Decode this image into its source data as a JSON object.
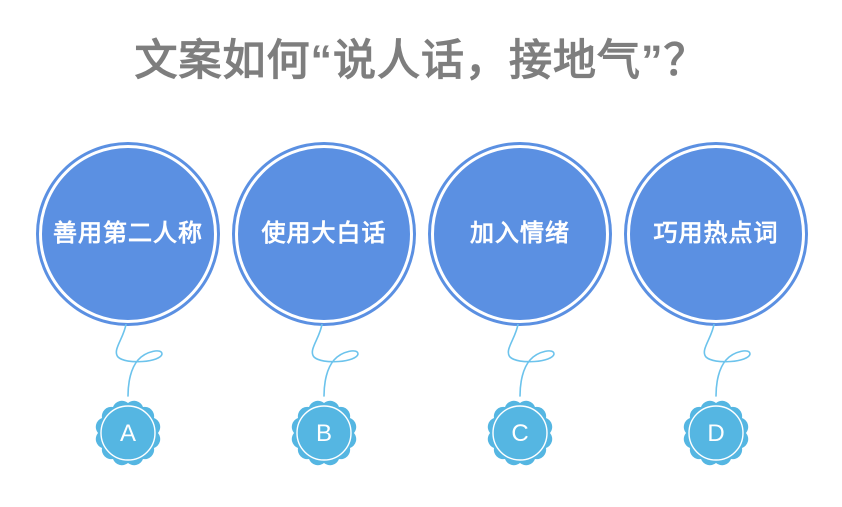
{
  "title": "文案如何“说人话，接地气”？",
  "colors": {
    "title_gray": "#7e7e7e",
    "circle_blue": "#5b90e2",
    "badge_blue": "#55b6e2",
    "connector_blue": "#6cc3ec",
    "ring_white": "#ffffff"
  },
  "items": [
    {
      "label": "善用第二人称",
      "badge": "A"
    },
    {
      "label": "使用大白话",
      "badge": "B"
    },
    {
      "label": "加入情绪",
      "badge": "C"
    },
    {
      "label": "巧用热点词",
      "badge": "D"
    }
  ]
}
